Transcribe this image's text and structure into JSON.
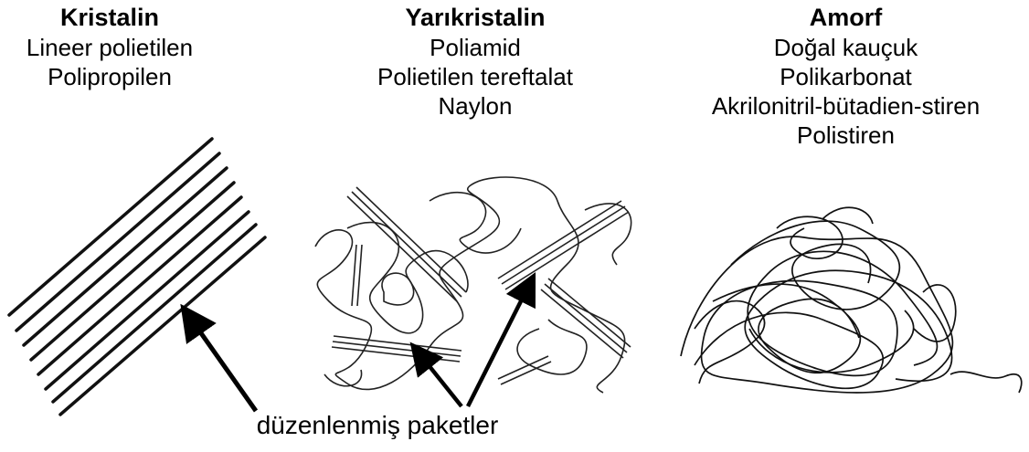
{
  "columns": {
    "kristalin": {
      "title": "Kristalin",
      "items": [
        "Lineer polietilen",
        "Polipropilen"
      ]
    },
    "yarikristalin": {
      "title": "Yarıkristalin",
      "items": [
        "Poliamid",
        "Polietilen tereftalat",
        "Naylon"
      ]
    },
    "amorf": {
      "title": "Amorf",
      "items": [
        "Doğal kauçuk",
        "Polikarbonat",
        "Akrilonitril-bütadien-stiren",
        "Polistiren"
      ]
    }
  },
  "caption": "düzenlenmiş paketler"
}
